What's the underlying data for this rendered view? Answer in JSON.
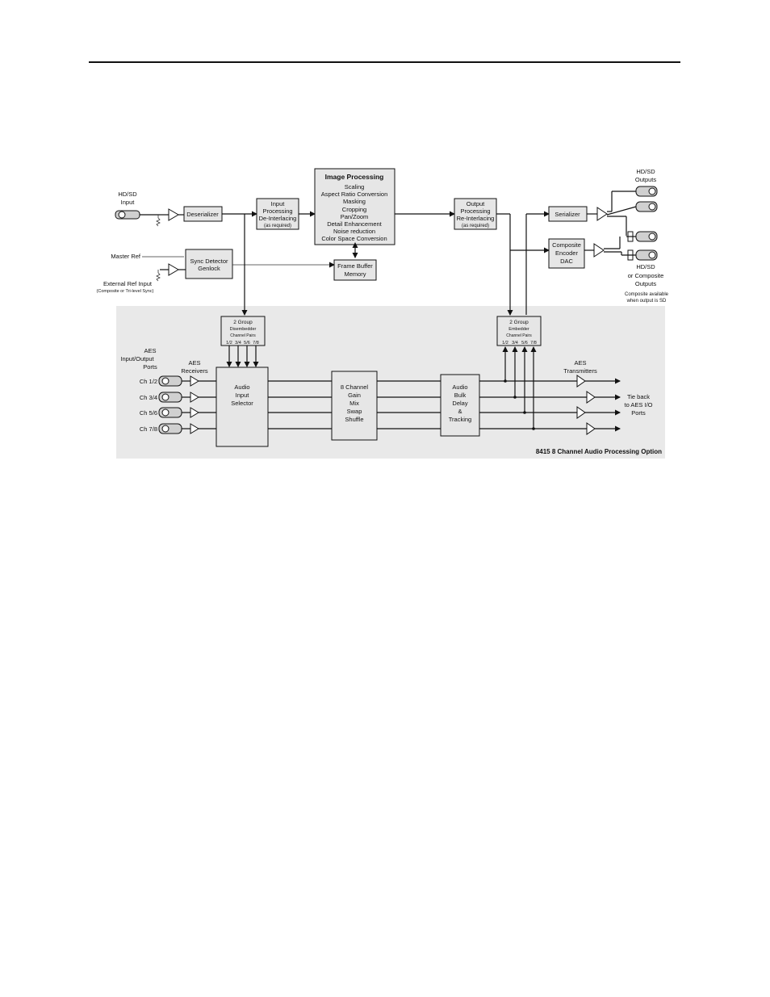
{
  "diagram": {
    "blocks": {
      "deserializer": "Deserializer",
      "input_processing": [
        "Input",
        "Processing",
        "De-Interlacing",
        "(as required)"
      ],
      "image_processing_title": "Image Processing",
      "image_processing": [
        "Scaling",
        "Aspect Ratio Conversion",
        "Masking",
        "Cropping",
        "Pan/Zoom",
        "Detail Enhancement",
        "Noise reduction",
        "Color Space Conversion"
      ],
      "output_processing": [
        "Output",
        "Processing",
        "Re-Interlacing",
        "(as required)"
      ],
      "serializer": "Serializer",
      "composite_encoder": [
        "Composite",
        "Encoder",
        "DAC"
      ],
      "sync_detector": [
        "Sync Detector",
        "Genlock"
      ],
      "frame_buffer": [
        "Frame Buffer",
        "Memory"
      ],
      "disembedder": [
        "2 Group",
        "Disembedder",
        "Channel Pairs"
      ],
      "embedder": [
        "2 Group",
        "Embedder",
        "Channel Pairs"
      ],
      "audio_input_selector": [
        "Audio",
        "Input",
        "Selector"
      ],
      "gain_mix": [
        "8 Channel",
        "Gain",
        "Mix",
        "Swap",
        "Shuffle"
      ],
      "bulk_delay": [
        "Audio",
        "Bulk",
        "Delay",
        "&",
        "Tracking"
      ]
    },
    "channel_pairs": [
      "1/2",
      "3/4",
      "5/6",
      "7/8"
    ],
    "labels": {
      "hdsd_input": [
        "HD/SD",
        "Input"
      ],
      "master_ref": "Master Ref",
      "external_ref": "External Ref Input",
      "external_ref_note": "(Composite or Tri-level Sync)",
      "hdsd_outputs": [
        "HD/SD",
        "Outputs"
      ],
      "composite_outputs": [
        "HD/SD",
        "or Composite",
        "Outputs"
      ],
      "composite_note": [
        "Composite available",
        "when output is SD"
      ],
      "aes_ports": [
        "AES",
        "Input/Output",
        "Ports"
      ],
      "aes_receivers": [
        "AES",
        "Receivers"
      ],
      "aes_transmitters": [
        "AES",
        "Transmitters"
      ],
      "tie_back": [
        "Tie back",
        "to AES I/O",
        "Ports"
      ],
      "option_title": "8415 8 Channel Audio Processing Option"
    },
    "aes_channels": [
      "Ch 1/2",
      "Ch 3/4",
      "Ch 5/6",
      "Ch 7/8"
    ]
  }
}
